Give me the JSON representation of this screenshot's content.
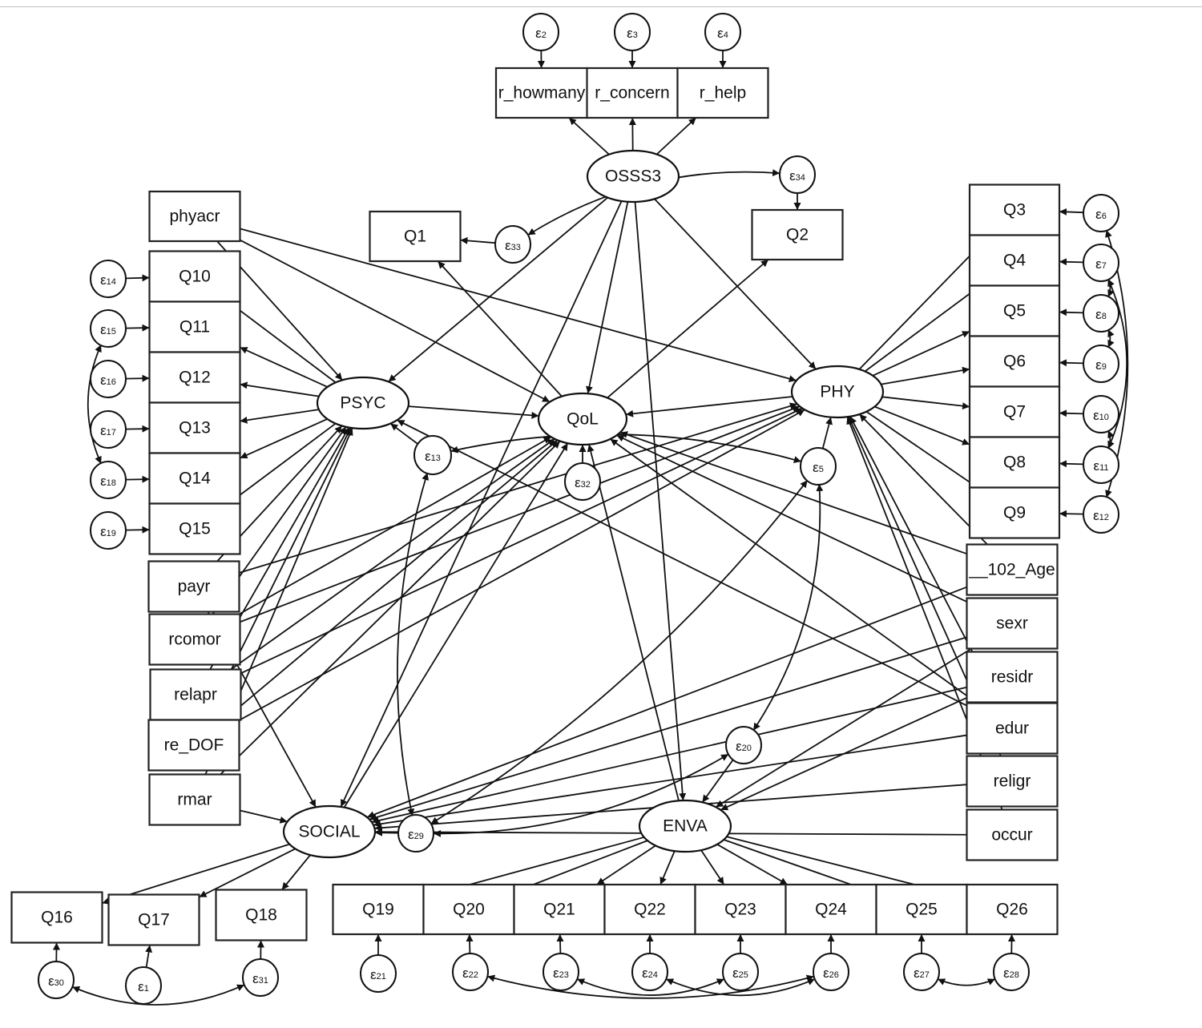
{
  "diagram": {
    "type": "structural-equation-model",
    "latent_variables": [
      "OSSS3",
      "PSYC",
      "QoL",
      "PHY",
      "SOCIAL",
      "ENVA"
    ],
    "observed_variables": [
      "r_howmany",
      "r_concern",
      "r_help",
      "Q1",
      "Q2",
      "phyacr",
      "Q3",
      "Q4",
      "Q5",
      "Q6",
      "Q7",
      "Q8",
      "Q9",
      "Q10",
      "Q11",
      "Q12",
      "Q13",
      "Q14",
      "Q15",
      "payr",
      "rcomor",
      "relapr",
      "re_DOF",
      "rmar",
      "__102_Age",
      "sexr",
      "residr",
      "edur",
      "religr",
      "occur",
      "Q16",
      "Q17",
      "Q18",
      "Q19",
      "Q20",
      "Q21",
      "Q22",
      "Q23",
      "Q24",
      "Q25",
      "Q26"
    ],
    "error_symbol": "ε",
    "error_terms": [
      "1",
      "2",
      "3",
      "4",
      "5",
      "6",
      "7",
      "8",
      "9",
      "10",
      "11",
      "12",
      "13",
      "14",
      "15",
      "16",
      "17",
      "18",
      "19",
      "20",
      "21",
      "22",
      "23",
      "24",
      "25",
      "26",
      "27",
      "28",
      "29",
      "30",
      "31",
      "32",
      "33",
      "34"
    ]
  },
  "nodes": [
    {
      "id": "OSSS3",
      "label": "OSSS3",
      "kind": "latent"
    },
    {
      "id": "PSYC",
      "label": "PSYC",
      "kind": "latent"
    },
    {
      "id": "QoL",
      "label": "QoL",
      "kind": "latent"
    },
    {
      "id": "PHY",
      "label": "PHY",
      "kind": "latent"
    },
    {
      "id": "SOCIAL",
      "label": "SOCIAL",
      "kind": "latent"
    },
    {
      "id": "ENVA",
      "label": "ENVA",
      "kind": "latent"
    },
    {
      "id": "r_howmany",
      "label": "r_howmany",
      "kind": "observed"
    },
    {
      "id": "r_concern",
      "label": "r_concern",
      "kind": "observed"
    },
    {
      "id": "r_help",
      "label": "r_help",
      "kind": "observed"
    },
    {
      "id": "Q1",
      "label": "Q1",
      "kind": "observed"
    },
    {
      "id": "Q2",
      "label": "Q2",
      "kind": "observed"
    },
    {
      "id": "phyacr",
      "label": "phyacr",
      "kind": "observed"
    },
    {
      "id": "Q3",
      "label": "Q3",
      "kind": "observed"
    },
    {
      "id": "Q4",
      "label": "Q4",
      "kind": "observed"
    },
    {
      "id": "Q5",
      "label": "Q5",
      "kind": "observed"
    },
    {
      "id": "Q6",
      "label": "Q6",
      "kind": "observed"
    },
    {
      "id": "Q7",
      "label": "Q7",
      "kind": "observed"
    },
    {
      "id": "Q8",
      "label": "Q8",
      "kind": "observed"
    },
    {
      "id": "Q9",
      "label": "Q9",
      "kind": "observed"
    },
    {
      "id": "Q10",
      "label": "Q10",
      "kind": "observed"
    },
    {
      "id": "Q11",
      "label": "Q11",
      "kind": "observed"
    },
    {
      "id": "Q12",
      "label": "Q12",
      "kind": "observed"
    },
    {
      "id": "Q13",
      "label": "Q13",
      "kind": "observed"
    },
    {
      "id": "Q14",
      "label": "Q14",
      "kind": "observed"
    },
    {
      "id": "Q15",
      "label": "Q15",
      "kind": "observed"
    },
    {
      "id": "payr",
      "label": "payr",
      "kind": "observed"
    },
    {
      "id": "rcomor",
      "label": "rcomor",
      "kind": "observed"
    },
    {
      "id": "relapr",
      "label": "relapr",
      "kind": "observed"
    },
    {
      "id": "re_DOF",
      "label": "re_DOF",
      "kind": "observed"
    },
    {
      "id": "rmar",
      "label": "rmar",
      "kind": "observed"
    },
    {
      "id": "age",
      "label": "__102_Age",
      "kind": "observed"
    },
    {
      "id": "sexr",
      "label": "sexr",
      "kind": "observed"
    },
    {
      "id": "residr",
      "label": "residr",
      "kind": "observed"
    },
    {
      "id": "edur",
      "label": "edur",
      "kind": "observed"
    },
    {
      "id": "religr",
      "label": "religr",
      "kind": "observed"
    },
    {
      "id": "occur",
      "label": "occur",
      "kind": "observed"
    },
    {
      "id": "Q16",
      "label": "Q16",
      "kind": "observed"
    },
    {
      "id": "Q17",
      "label": "Q17",
      "kind": "observed"
    },
    {
      "id": "Q18",
      "label": "Q18",
      "kind": "observed"
    },
    {
      "id": "Q19",
      "label": "Q19",
      "kind": "observed"
    },
    {
      "id": "Q20",
      "label": "Q20",
      "kind": "observed"
    },
    {
      "id": "Q21",
      "label": "Q21",
      "kind": "observed"
    },
    {
      "id": "Q22",
      "label": "Q22",
      "kind": "observed"
    },
    {
      "id": "Q23",
      "label": "Q23",
      "kind": "observed"
    },
    {
      "id": "Q24",
      "label": "Q24",
      "kind": "observed"
    },
    {
      "id": "Q25",
      "label": "Q25",
      "kind": "observed"
    },
    {
      "id": "Q26",
      "label": "Q26",
      "kind": "observed"
    },
    {
      "id": "e1",
      "label": "ε",
      "sub": "1",
      "kind": "error"
    },
    {
      "id": "e2",
      "label": "ε",
      "sub": "2",
      "kind": "error"
    },
    {
      "id": "e3",
      "label": "ε",
      "sub": "3",
      "kind": "error"
    },
    {
      "id": "e4",
      "label": "ε",
      "sub": "4",
      "kind": "error"
    },
    {
      "id": "e5",
      "label": "ε",
      "sub": "5",
      "kind": "error"
    },
    {
      "id": "e6",
      "label": "ε",
      "sub": "6",
      "kind": "error"
    },
    {
      "id": "e7",
      "label": "ε",
      "sub": "7",
      "kind": "error"
    },
    {
      "id": "e8",
      "label": "ε",
      "sub": "8",
      "kind": "error"
    },
    {
      "id": "e9",
      "label": "ε",
      "sub": "9",
      "kind": "error"
    },
    {
      "id": "e10",
      "label": "ε",
      "sub": "10",
      "kind": "error"
    },
    {
      "id": "e11",
      "label": "ε",
      "sub": "11",
      "kind": "error"
    },
    {
      "id": "e12",
      "label": "ε",
      "sub": "12",
      "kind": "error"
    },
    {
      "id": "e13",
      "label": "ε",
      "sub": "13",
      "kind": "error"
    },
    {
      "id": "e14",
      "label": "ε",
      "sub": "14",
      "kind": "error"
    },
    {
      "id": "e15",
      "label": "ε",
      "sub": "15",
      "kind": "error"
    },
    {
      "id": "e16",
      "label": "ε",
      "sub": "16",
      "kind": "error"
    },
    {
      "id": "e17",
      "label": "ε",
      "sub": "17",
      "kind": "error"
    },
    {
      "id": "e18",
      "label": "ε",
      "sub": "18",
      "kind": "error"
    },
    {
      "id": "e19",
      "label": "ε",
      "sub": "19",
      "kind": "error"
    },
    {
      "id": "e20",
      "label": "ε",
      "sub": "20",
      "kind": "error"
    },
    {
      "id": "e21",
      "label": "ε",
      "sub": "21",
      "kind": "error"
    },
    {
      "id": "e22",
      "label": "ε",
      "sub": "22",
      "kind": "error"
    },
    {
      "id": "e23",
      "label": "ε",
      "sub": "23",
      "kind": "error"
    },
    {
      "id": "e24",
      "label": "ε",
      "sub": "24",
      "kind": "error"
    },
    {
      "id": "e25",
      "label": "ε",
      "sub": "25",
      "kind": "error"
    },
    {
      "id": "e26",
      "label": "ε",
      "sub": "26",
      "kind": "error"
    },
    {
      "id": "e27",
      "label": "ε",
      "sub": "27",
      "kind": "error"
    },
    {
      "id": "e28",
      "label": "ε",
      "sub": "28",
      "kind": "error"
    },
    {
      "id": "e29",
      "label": "ε",
      "sub": "29",
      "kind": "error"
    },
    {
      "id": "e30",
      "label": "ε",
      "sub": "30",
      "kind": "error"
    },
    {
      "id": "e31",
      "label": "ε",
      "sub": "31",
      "kind": "error"
    },
    {
      "id": "e32",
      "label": "ε",
      "sub": "32",
      "kind": "error"
    },
    {
      "id": "e33",
      "label": "ε",
      "sub": "33",
      "kind": "error"
    },
    {
      "id": "e34",
      "label": "ε",
      "sub": "34",
      "kind": "error"
    }
  ],
  "edges": [
    {
      "from": "OSSS3",
      "to": "r_howmany"
    },
    {
      "from": "OSSS3",
      "to": "r_concern"
    },
    {
      "from": "OSSS3",
      "to": "r_help"
    },
    {
      "from": "e2",
      "to": "r_howmany"
    },
    {
      "from": "e3",
      "to": "r_concern"
    },
    {
      "from": "e4",
      "to": "r_help"
    },
    {
      "from": "OSSS3",
      "to": "PSYC"
    },
    {
      "from": "OSSS3",
      "to": "QoL"
    },
    {
      "from": "OSSS3",
      "to": "PHY"
    },
    {
      "from": "OSSS3",
      "to": "SOCIAL"
    },
    {
      "from": "OSSS3",
      "to": "ENVA"
    },
    {
      "from": "e33",
      "to": "Q1"
    },
    {
      "from": "e34",
      "to": "Q2"
    },
    {
      "from": "QoL",
      "to": "Q1"
    },
    {
      "from": "QoL",
      "to": "Q2"
    },
    {
      "from": "PSYC",
      "to": "Q10"
    },
    {
      "from": "PSYC",
      "to": "Q11"
    },
    {
      "from": "PSYC",
      "to": "Q12"
    },
    {
      "from": "PSYC",
      "to": "Q13"
    },
    {
      "from": "PSYC",
      "to": "Q14"
    },
    {
      "from": "PSYC",
      "to": "Q15"
    },
    {
      "from": "e14",
      "to": "Q10"
    },
    {
      "from": "e15",
      "to": "Q11"
    },
    {
      "from": "e16",
      "to": "Q12"
    },
    {
      "from": "e17",
      "to": "Q13"
    },
    {
      "from": "e18",
      "to": "Q14"
    },
    {
      "from": "e19",
      "to": "Q15"
    },
    {
      "from": "PHY",
      "to": "Q3"
    },
    {
      "from": "PHY",
      "to": "Q4"
    },
    {
      "from": "PHY",
      "to": "Q5"
    },
    {
      "from": "PHY",
      "to": "Q6"
    },
    {
      "from": "PHY",
      "to": "Q7"
    },
    {
      "from": "PHY",
      "to": "Q8"
    },
    {
      "from": "PHY",
      "to": "Q9"
    },
    {
      "from": "e6",
      "to": "Q3"
    },
    {
      "from": "e7",
      "to": "Q4"
    },
    {
      "from": "e8",
      "to": "Q5"
    },
    {
      "from": "e9",
      "to": "Q6"
    },
    {
      "from": "e10",
      "to": "Q7"
    },
    {
      "from": "e11",
      "to": "Q8"
    },
    {
      "from": "e12",
      "to": "Q9"
    },
    {
      "from": "SOCIAL",
      "to": "Q16"
    },
    {
      "from": "SOCIAL",
      "to": "Q17"
    },
    {
      "from": "SOCIAL",
      "to": "Q18"
    },
    {
      "from": "e30",
      "to": "Q16"
    },
    {
      "from": "e1",
      "to": "Q17"
    },
    {
      "from": "e31",
      "to": "Q18"
    },
    {
      "from": "ENVA",
      "to": "Q19"
    },
    {
      "from": "ENVA",
      "to": "Q20"
    },
    {
      "from": "ENVA",
      "to": "Q21"
    },
    {
      "from": "ENVA",
      "to": "Q22"
    },
    {
      "from": "ENVA",
      "to": "Q23"
    },
    {
      "from": "ENVA",
      "to": "Q24"
    },
    {
      "from": "ENVA",
      "to": "Q25"
    },
    {
      "from": "ENVA",
      "to": "Q26"
    },
    {
      "from": "e21",
      "to": "Q19"
    },
    {
      "from": "e22",
      "to": "Q20"
    },
    {
      "from": "e23",
      "to": "Q21"
    },
    {
      "from": "e24",
      "to": "Q22"
    },
    {
      "from": "e25",
      "to": "Q23"
    },
    {
      "from": "e26",
      "to": "Q24"
    },
    {
      "from": "e27",
      "to": "Q25"
    },
    {
      "from": "e28",
      "to": "Q26"
    },
    {
      "from": "PSYC",
      "to": "QoL"
    },
    {
      "from": "PHY",
      "to": "QoL"
    },
    {
      "from": "SOCIAL",
      "to": "QoL"
    },
    {
      "from": "ENVA",
      "to": "QoL"
    },
    {
      "from": "e13",
      "to": "PSYC"
    },
    {
      "from": "e32",
      "to": "QoL"
    },
    {
      "from": "e5",
      "to": "PHY"
    },
    {
      "from": "e29",
      "to": "SOCIAL"
    },
    {
      "from": "e20",
      "to": "ENVA"
    },
    {
      "from": "phyacr",
      "to": "PSYC"
    },
    {
      "from": "phyacr",
      "to": "QoL"
    },
    {
      "from": "phyacr",
      "to": "PHY"
    },
    {
      "from": "payr",
      "to": "PSYC"
    },
    {
      "from": "payr",
      "to": "PHY"
    },
    {
      "from": "payr",
      "to": "SOCIAL"
    },
    {
      "from": "rcomor",
      "to": "PSYC"
    },
    {
      "from": "rcomor",
      "to": "QoL"
    },
    {
      "from": "rcomor",
      "to": "PHY"
    },
    {
      "from": "relapr",
      "to": "PSYC"
    },
    {
      "from": "relapr",
      "to": "QoL"
    },
    {
      "from": "relapr",
      "to": "PHY"
    },
    {
      "from": "re_DOF",
      "to": "PSYC"
    },
    {
      "from": "re_DOF",
      "to": "QoL"
    },
    {
      "from": "re_DOF",
      "to": "PHY"
    },
    {
      "from": "rmar",
      "to": "PSYC"
    },
    {
      "from": "rmar",
      "to": "QoL"
    },
    {
      "from": "rmar",
      "to": "SOCIAL"
    },
    {
      "from": "age",
      "to": "QoL"
    },
    {
      "from": "age",
      "to": "PHY"
    },
    {
      "from": "age",
      "to": "SOCIAL"
    },
    {
      "from": "sexr",
      "to": "QoL"
    },
    {
      "from": "sexr",
      "to": "SOCIAL"
    },
    {
      "from": "sexr",
      "to": "ENVA"
    },
    {
      "from": "residr",
      "to": "SOCIAL"
    },
    {
      "from": "residr",
      "to": "ENVA"
    },
    {
      "from": "edur",
      "to": "PSYC"
    },
    {
      "from": "edur",
      "to": "QoL"
    },
    {
      "from": "edur",
      "to": "PHY"
    },
    {
      "from": "edur",
      "to": "SOCIAL"
    },
    {
      "from": "religr",
      "to": "PHY"
    },
    {
      "from": "religr",
      "to": "SOCIAL"
    },
    {
      "from": "occur",
      "to": "PHY"
    },
    {
      "from": "occur",
      "to": "SOCIAL"
    }
  ],
  "covariances": [
    [
      "e15",
      "e18"
    ],
    [
      "e6",
      "e12"
    ],
    [
      "e7",
      "e8"
    ],
    [
      "e8",
      "e9"
    ],
    [
      "e7",
      "e11"
    ],
    [
      "e10",
      "e11"
    ],
    [
      "e30",
      "e31"
    ],
    [
      "e22",
      "e26"
    ],
    [
      "e23",
      "e25"
    ],
    [
      "e24",
      "e26"
    ],
    [
      "e27",
      "e28"
    ],
    [
      "e13",
      "e5"
    ],
    [
      "e13",
      "e29"
    ],
    [
      "e5",
      "e20"
    ],
    [
      "e5",
      "e29"
    ],
    [
      "e20",
      "e29"
    ],
    [
      "e33",
      "e34"
    ]
  ]
}
